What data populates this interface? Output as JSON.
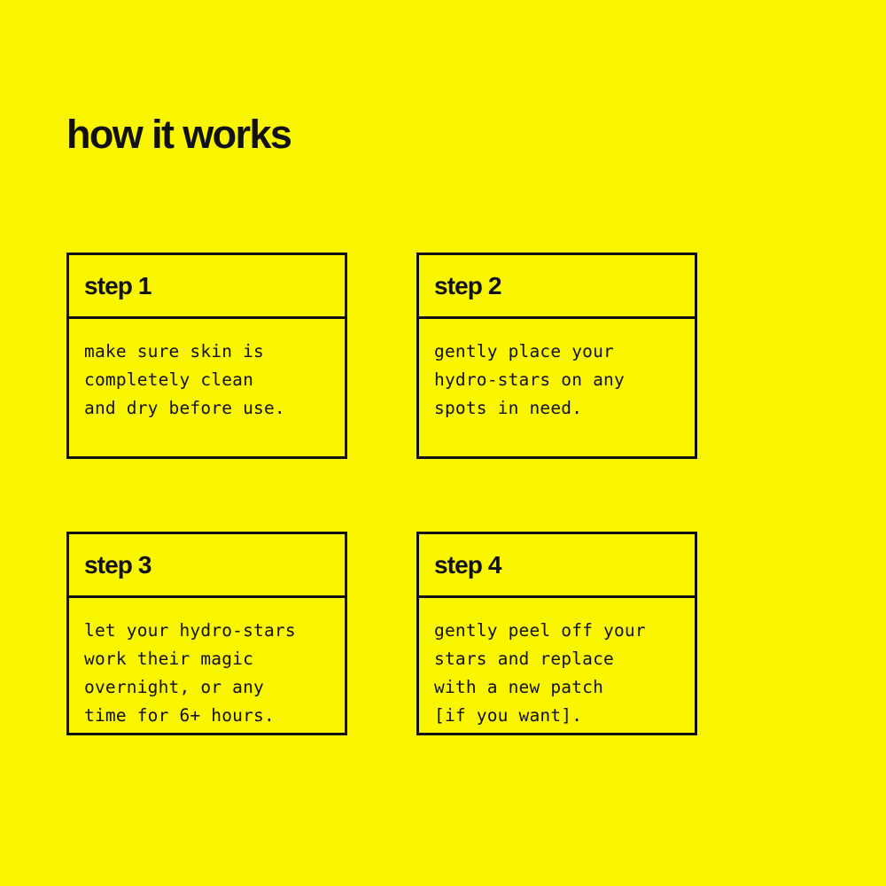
{
  "theme": {
    "background_color": "#faf500",
    "ink_color": "#111111"
  },
  "header": {
    "title": "how it works"
  },
  "steps": [
    {
      "label": "step 1",
      "body": "make sure skin is\ncompletely clean\nand dry before use."
    },
    {
      "label": "step 2",
      "body": "gently place your\nhydro-stars on any\nspots in need."
    },
    {
      "label": "step 3",
      "body": "let your hydro-stars\nwork their magic\novernight, or any\ntime for 6+ hours."
    },
    {
      "label": "step 4",
      "body": "gently peel off your\nstars and replace\nwith a new patch\n[if you want]."
    }
  ]
}
